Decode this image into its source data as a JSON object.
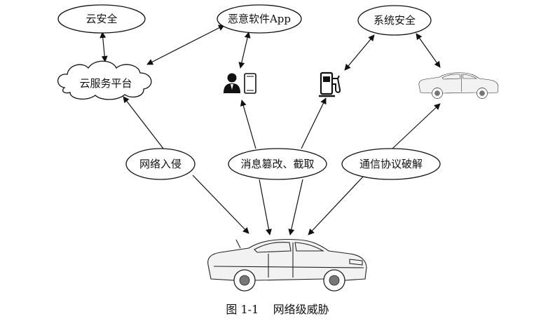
{
  "nodes": {
    "cloud_security": "云安全",
    "malware_app": "恶意软件App",
    "system_security": "系统安全",
    "cloud_platform": "云服务平台",
    "network_intrusion": "网络入侵",
    "message_tamper": "消息篡改、截取",
    "protocol_crack": "通信协议破解"
  },
  "icons": {
    "person": "person-icon",
    "phone": "phone-icon",
    "charger": "charging-station-icon",
    "car": "car-icon"
  },
  "caption": "图 1-1    网络级威胁"
}
